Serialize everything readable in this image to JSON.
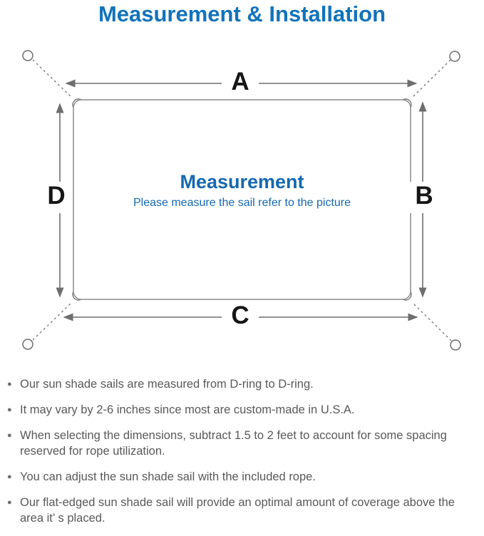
{
  "title": "Measurement & Installation",
  "diagram": {
    "dimension_labels": {
      "top": "A",
      "right": "B",
      "bottom": "C",
      "left": "D"
    },
    "center": {
      "heading": "Measurement",
      "caption": "Please measure the sail refer to the picture"
    },
    "colors": {
      "title_blue": "#1173bb",
      "center_blue": "#1568b0",
      "line_gray": "#6e6e6e",
      "outline_gray": "#8b8b8b",
      "label_black": "#161616",
      "note_gray": "#595959"
    }
  },
  "notes": {
    "bullet_char": "●",
    "items": [
      "Our sun shade sails are measured from D-ring to D-ring.",
      "It may vary by 2-6 inches since most are custom-made in U.S.A.",
      "When selecting the dimensions, subtract 1.5 to 2 feet to account for some spacing reserved for rope utilization.",
      "You can adjust the sun shade sail with the included rope.",
      "Our flat-edged sun shade sail will provide an optimal amount of coverage above the area it’ s placed."
    ]
  }
}
